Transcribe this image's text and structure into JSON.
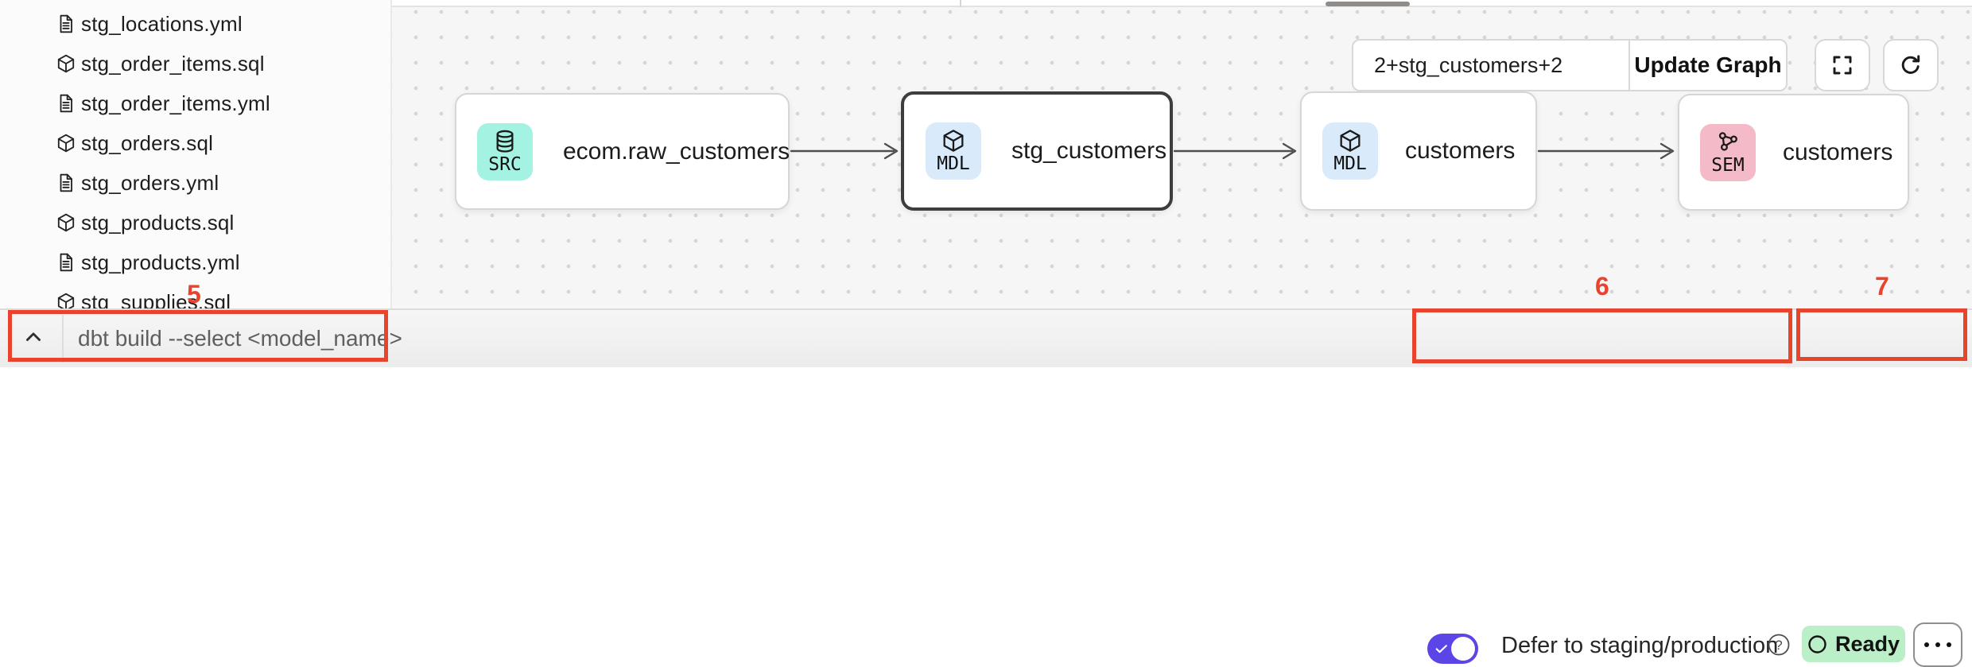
{
  "sidebar": {
    "files": [
      {
        "type": "yml",
        "label": "stg_locations.yml"
      },
      {
        "type": "sql",
        "label": "stg_order_items.sql"
      },
      {
        "type": "yml",
        "label": "stg_order_items.yml"
      },
      {
        "type": "sql",
        "label": "stg_orders.sql"
      },
      {
        "type": "yml",
        "label": "stg_orders.yml"
      },
      {
        "type": "sql",
        "label": "stg_products.sql"
      },
      {
        "type": "yml",
        "label": "stg_products.yml"
      },
      {
        "type": "sql",
        "label": "stg_supplies.sql"
      }
    ]
  },
  "canvas": {
    "nodes": [
      {
        "badge": "SRC",
        "label": "ecom.raw_customers",
        "selected": false
      },
      {
        "badge": "MDL",
        "label": "stg_customers",
        "selected": true
      },
      {
        "badge": "MDL",
        "label": "customers",
        "selected": false
      },
      {
        "badge": "SEM",
        "label": "customers",
        "selected": false
      }
    ],
    "controls": {
      "selector_value": "2+stg_customers+2",
      "update_graph_label": "Update Graph"
    }
  },
  "bottom_bar": {
    "command_placeholder": "dbt build --select <model_name>",
    "defer_label": "Defer to staging/production",
    "status_label": "Ready"
  },
  "annotations": [
    {
      "number": "5"
    },
    {
      "number": "6"
    },
    {
      "number": "7"
    }
  ],
  "colors": {
    "src_badge": "#a3f2e2",
    "mdl_badge": "#d9eafb",
    "sem_badge": "#f5bac7",
    "toggle_on": "#5b45e6",
    "ready_badge_bg": "#bbefc8",
    "annotation_red": "#e8432d",
    "selected_node_border": "#3d3d3d"
  }
}
